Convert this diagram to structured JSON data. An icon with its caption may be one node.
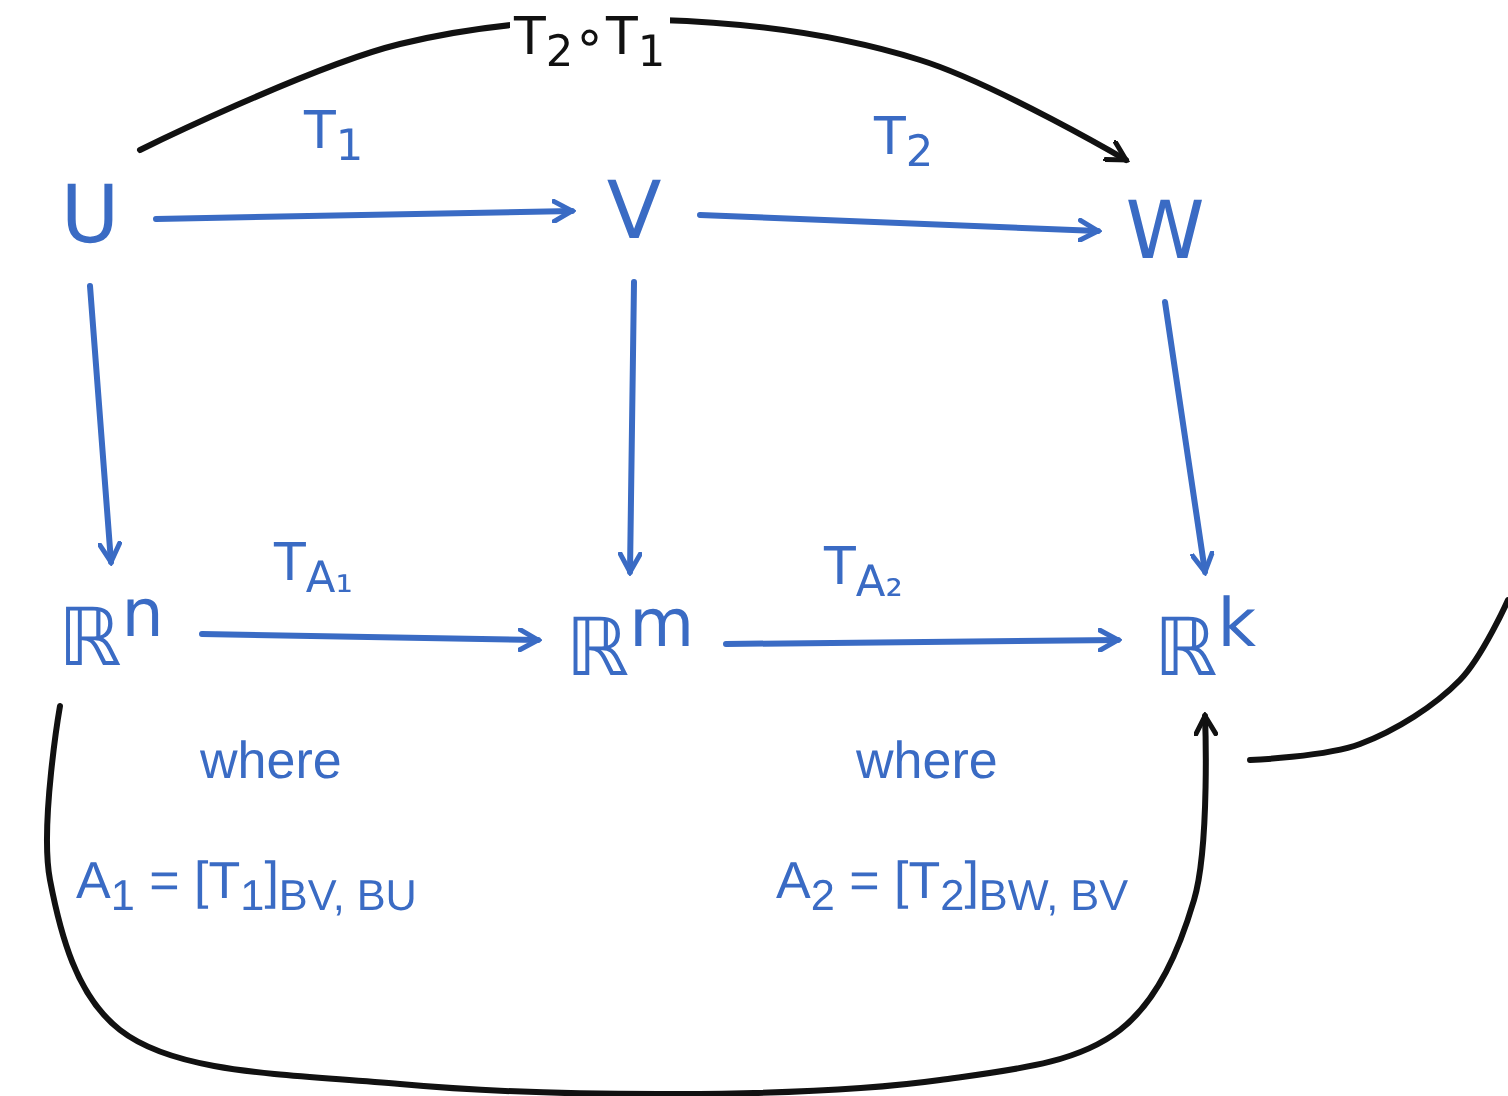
{
  "diagram": {
    "nodes": [
      {
        "text": [
          "U"
        ]
      },
      {
        "text": [
          "V"
        ]
      },
      {
        "text": [
          "W"
        ]
      },
      {
        "text": [
          "ℝ$^{n}$"
        ]
      },
      {
        "text": [
          "ℝ$^{m}$"
        ]
      },
      {
        "text": [
          "ℝ$^{k}$"
        ]
      }
    ],
    "edges": [
      {
        "from": 0,
        "to": 1,
        "arrow": "to",
        "label": "T$_{1}$"
      },
      {
        "from": 1,
        "to": 2,
        "arrow": "to",
        "label": "T$_{2}$"
      },
      {
        "from": 0,
        "to": 2,
        "arrow": "to",
        "label": "T$_{2}$∘T$_{1}$",
        "color": "#111111"
      },
      {
        "from": 0,
        "to": 3,
        "arrow": "to"
      },
      {
        "from": 1,
        "to": 4,
        "arrow": "to"
      },
      {
        "from": 2,
        "to": 5,
        "arrow": "to"
      },
      {
        "from": 3,
        "to": 4,
        "arrow": "to",
        "label": "T$_{A₁}$"
      },
      {
        "from": 4,
        "to": 5,
        "arrow": "to",
        "label": "T$_{A₂}$"
      },
      {
        "from": 3,
        "to": 5,
        "arrow": "to",
        "color": "#111111"
      },
      {
        "from": 5,
        "to": null,
        "arrow": "none",
        "color": "#111111"
      }
    ],
    "labels": [
      "where",
      "A$_{1}$ = [T$_{1}$]$_{BV, BU}$",
      "where",
      "A$_{2}$ = [T$_{2}$]$_{BW, BV}$"
    ]
  }
}
